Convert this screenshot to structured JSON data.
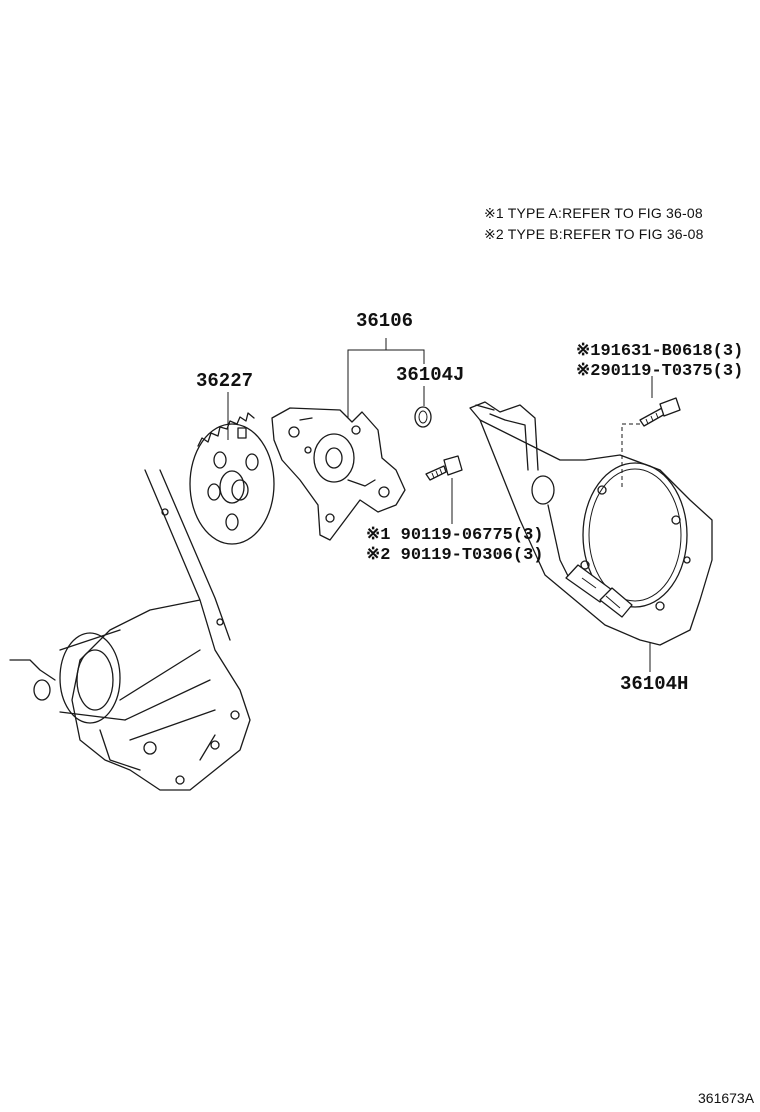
{
  "notes": [
    "※1 TYPE A:REFER TO FIG 36-08",
    "※2 TYPE B:REFER TO FIG 36-08"
  ],
  "parts": {
    "assembly": "36106",
    "gear": "36227",
    "gasket": "36104J",
    "cover": "36104H",
    "cover_bolt_1": "※191631-B0618(3)",
    "cover_bolt_2": "※290119-T0375(3)",
    "pump_bolt_1": "※1 90119-06775(3)",
    "pump_bolt_2": "※2 90119-T0306(3)"
  },
  "figure_id": "361673A"
}
